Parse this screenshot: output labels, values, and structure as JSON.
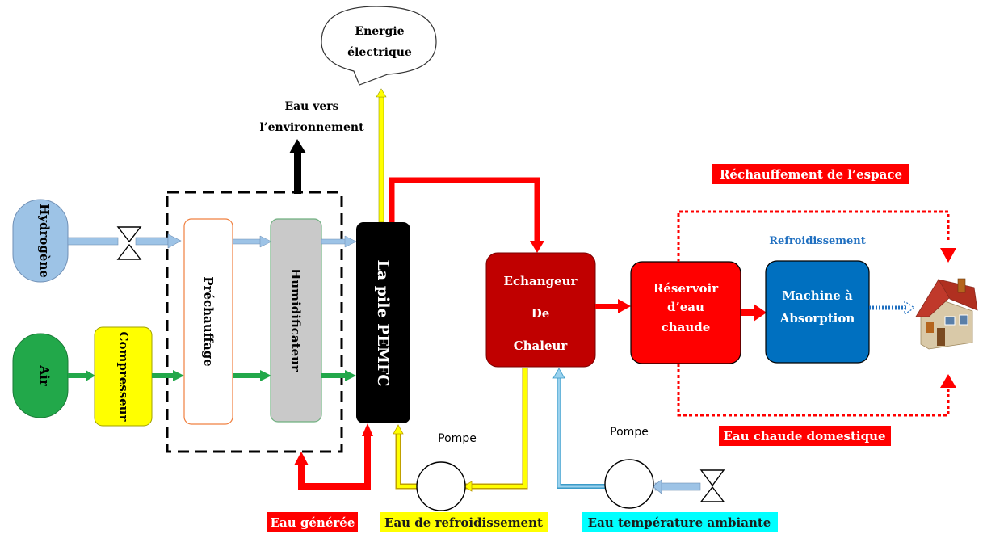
{
  "diagram": {
    "speech_bubble": {
      "line1": "Energie",
      "line2": "électrique"
    },
    "water_out": {
      "line1": "Eau vers",
      "line2": "l’environnement"
    },
    "hydrogen": "Hydrogène",
    "air": "Air",
    "compressor": "Compresseur",
    "preheating": "Préchauffage",
    "humidifier": "Humidificateur",
    "fuel_cell": "La pile PEMFC",
    "heat_exchanger": {
      "line1": "Echangeur",
      "line2": "De",
      "line3": "Chaleur"
    },
    "hot_water_tank": {
      "line1": "Réservoir",
      "line2": "d’eau",
      "line3": "chaude"
    },
    "absorption_machine": {
      "line1": "Machine à",
      "line2": "Absorption"
    },
    "cooling_label": "Refroidissement",
    "space_heating_label": "Réchauffement de l’espace",
    "domestic_hot_water_label": "Eau chaude domestique",
    "pump1_label": "Pompe",
    "pump2_label": "Pompe",
    "legend_generated_water": "Eau générée",
    "legend_cooling_water": "Eau de refroidissement",
    "legend_ambient_water": "Eau température ambiante"
  },
  "colors": {
    "hydrogen_fill": "#9dc3e6",
    "air_fill": "#22a84a",
    "compressor_fill": "#ffff00",
    "humidifier_fill": "#c9c9c9",
    "fuel_cell_fill": "#000000",
    "heat_exchanger_fill": "#c00000",
    "tank_fill": "#ff0000",
    "absorption_fill": "#0070c0",
    "legend_yellow": "#ffff00",
    "legend_cyan": "#00ffff",
    "legend_red": "#ff0000"
  }
}
